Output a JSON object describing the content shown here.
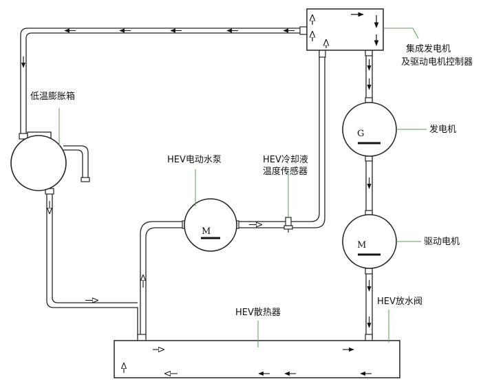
{
  "labels": {
    "integrated_controller": "集成发电机",
    "integrated_controller_line2": "及驱动电机控制器",
    "expansion_tank": "低温膨胀箱",
    "pump": "HEV电动水泵",
    "temp_sensor_line1": "HEV冷却液",
    "temp_sensor_line2": "温度传感器",
    "generator": "发电机",
    "drive_motor": "驱动电机",
    "drain_valve": "HEV放水阀",
    "radiator": "HEV散热器"
  },
  "symbols": {
    "generator": "G",
    "generator_motor": "M",
    "pump_motor": "M"
  },
  "colors": {
    "pipe": "#222222",
    "leader": "#5a9a5a",
    "text": "#111111"
  }
}
